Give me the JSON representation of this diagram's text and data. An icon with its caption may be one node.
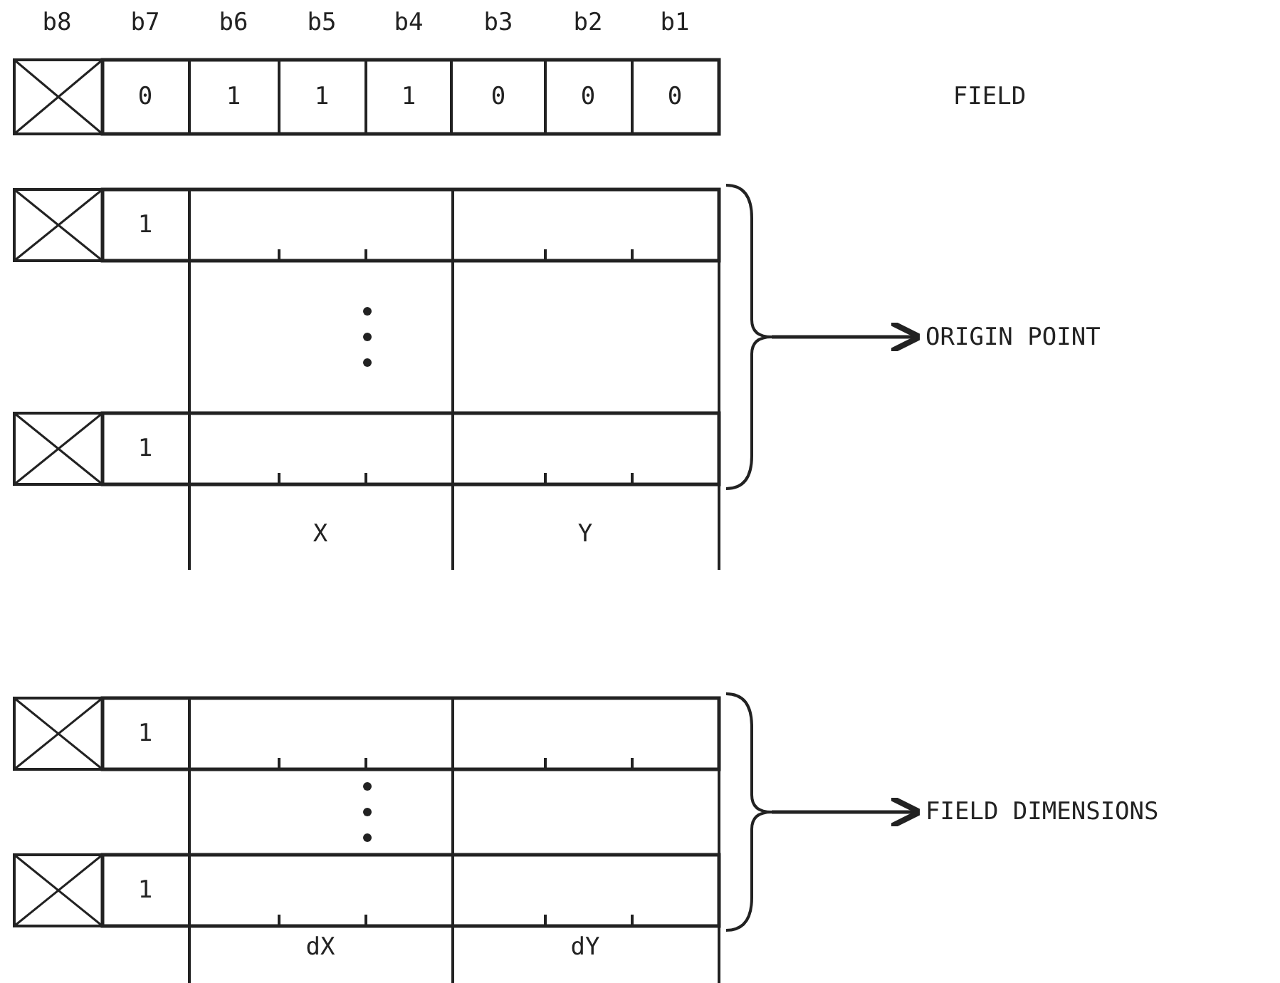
{
  "diagram": {
    "nodes": [
      {
        "text": [
          "ORIGIN POINT"
        ]
      },
      {
        "text": [
          "FIELD DIMENSIONS"
        ]
      },
      {
        "text": [],
        "shape": "bracket"
      },
      {
        "text": [],
        "shape": "bracket"
      }
    ],
    "edges": [
      {
        "from": 2,
        "to": 0,
        "arrow": "to"
      },
      {
        "from": 3,
        "to": 1,
        "arrow": "to"
      }
    ],
    "labels": [
      "b8",
      "b7",
      "b6",
      "b5",
      "b4",
      "b3",
      "b2",
      "b1",
      "0",
      "1",
      "1",
      "1",
      "0",
      "0",
      "0",
      "FIELD",
      "1",
      "1",
      "X",
      "Y",
      "1",
      "1",
      "dX",
      "dY"
    ]
  }
}
